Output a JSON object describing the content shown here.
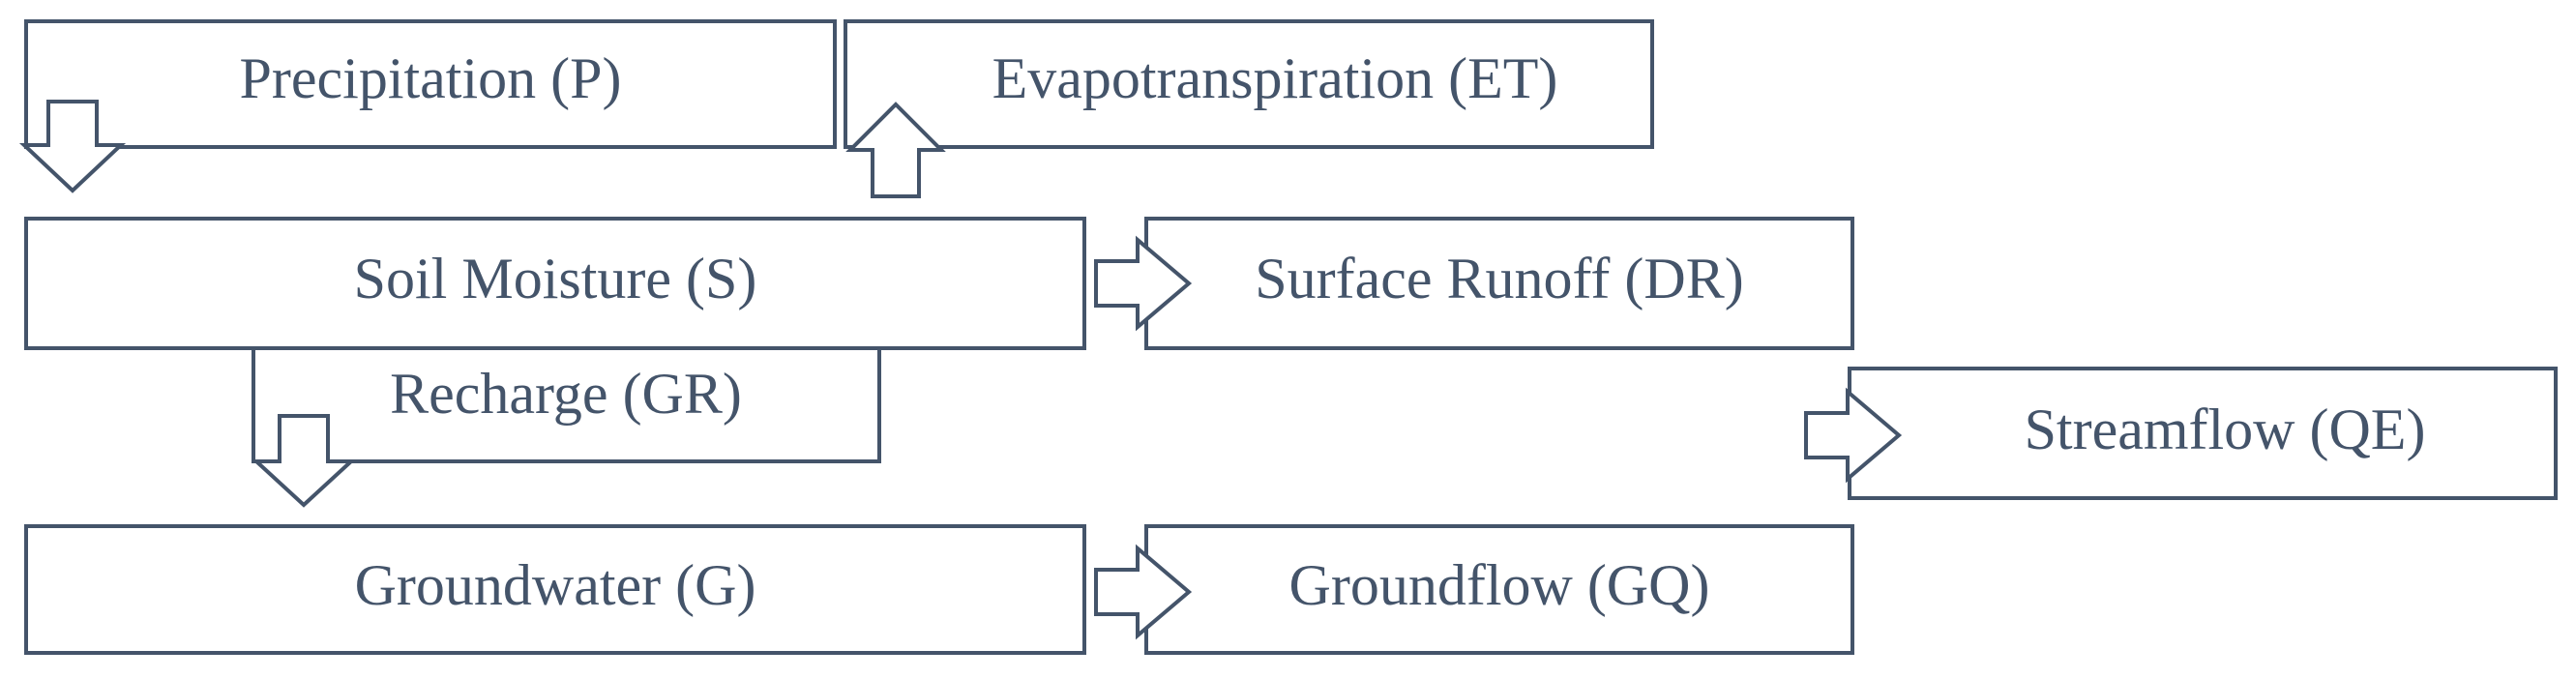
{
  "diagram": {
    "nodes": {
      "precipitation": "Precipitation (P)",
      "evapotranspiration": "Evapotranspiration (ET)",
      "soil_moisture": "Soil Moisture (S)",
      "surface_runoff": "Surface Runoff (DR)",
      "recharge": "Recharge (GR)",
      "streamflow": "Streamflow (QE)",
      "groundwater": "Groundwater (G)",
      "groundflow": "Groundflow (GQ)"
    },
    "colors": {
      "stroke": "#44546a",
      "text": "#44546a",
      "fill": "#ffffff"
    }
  }
}
